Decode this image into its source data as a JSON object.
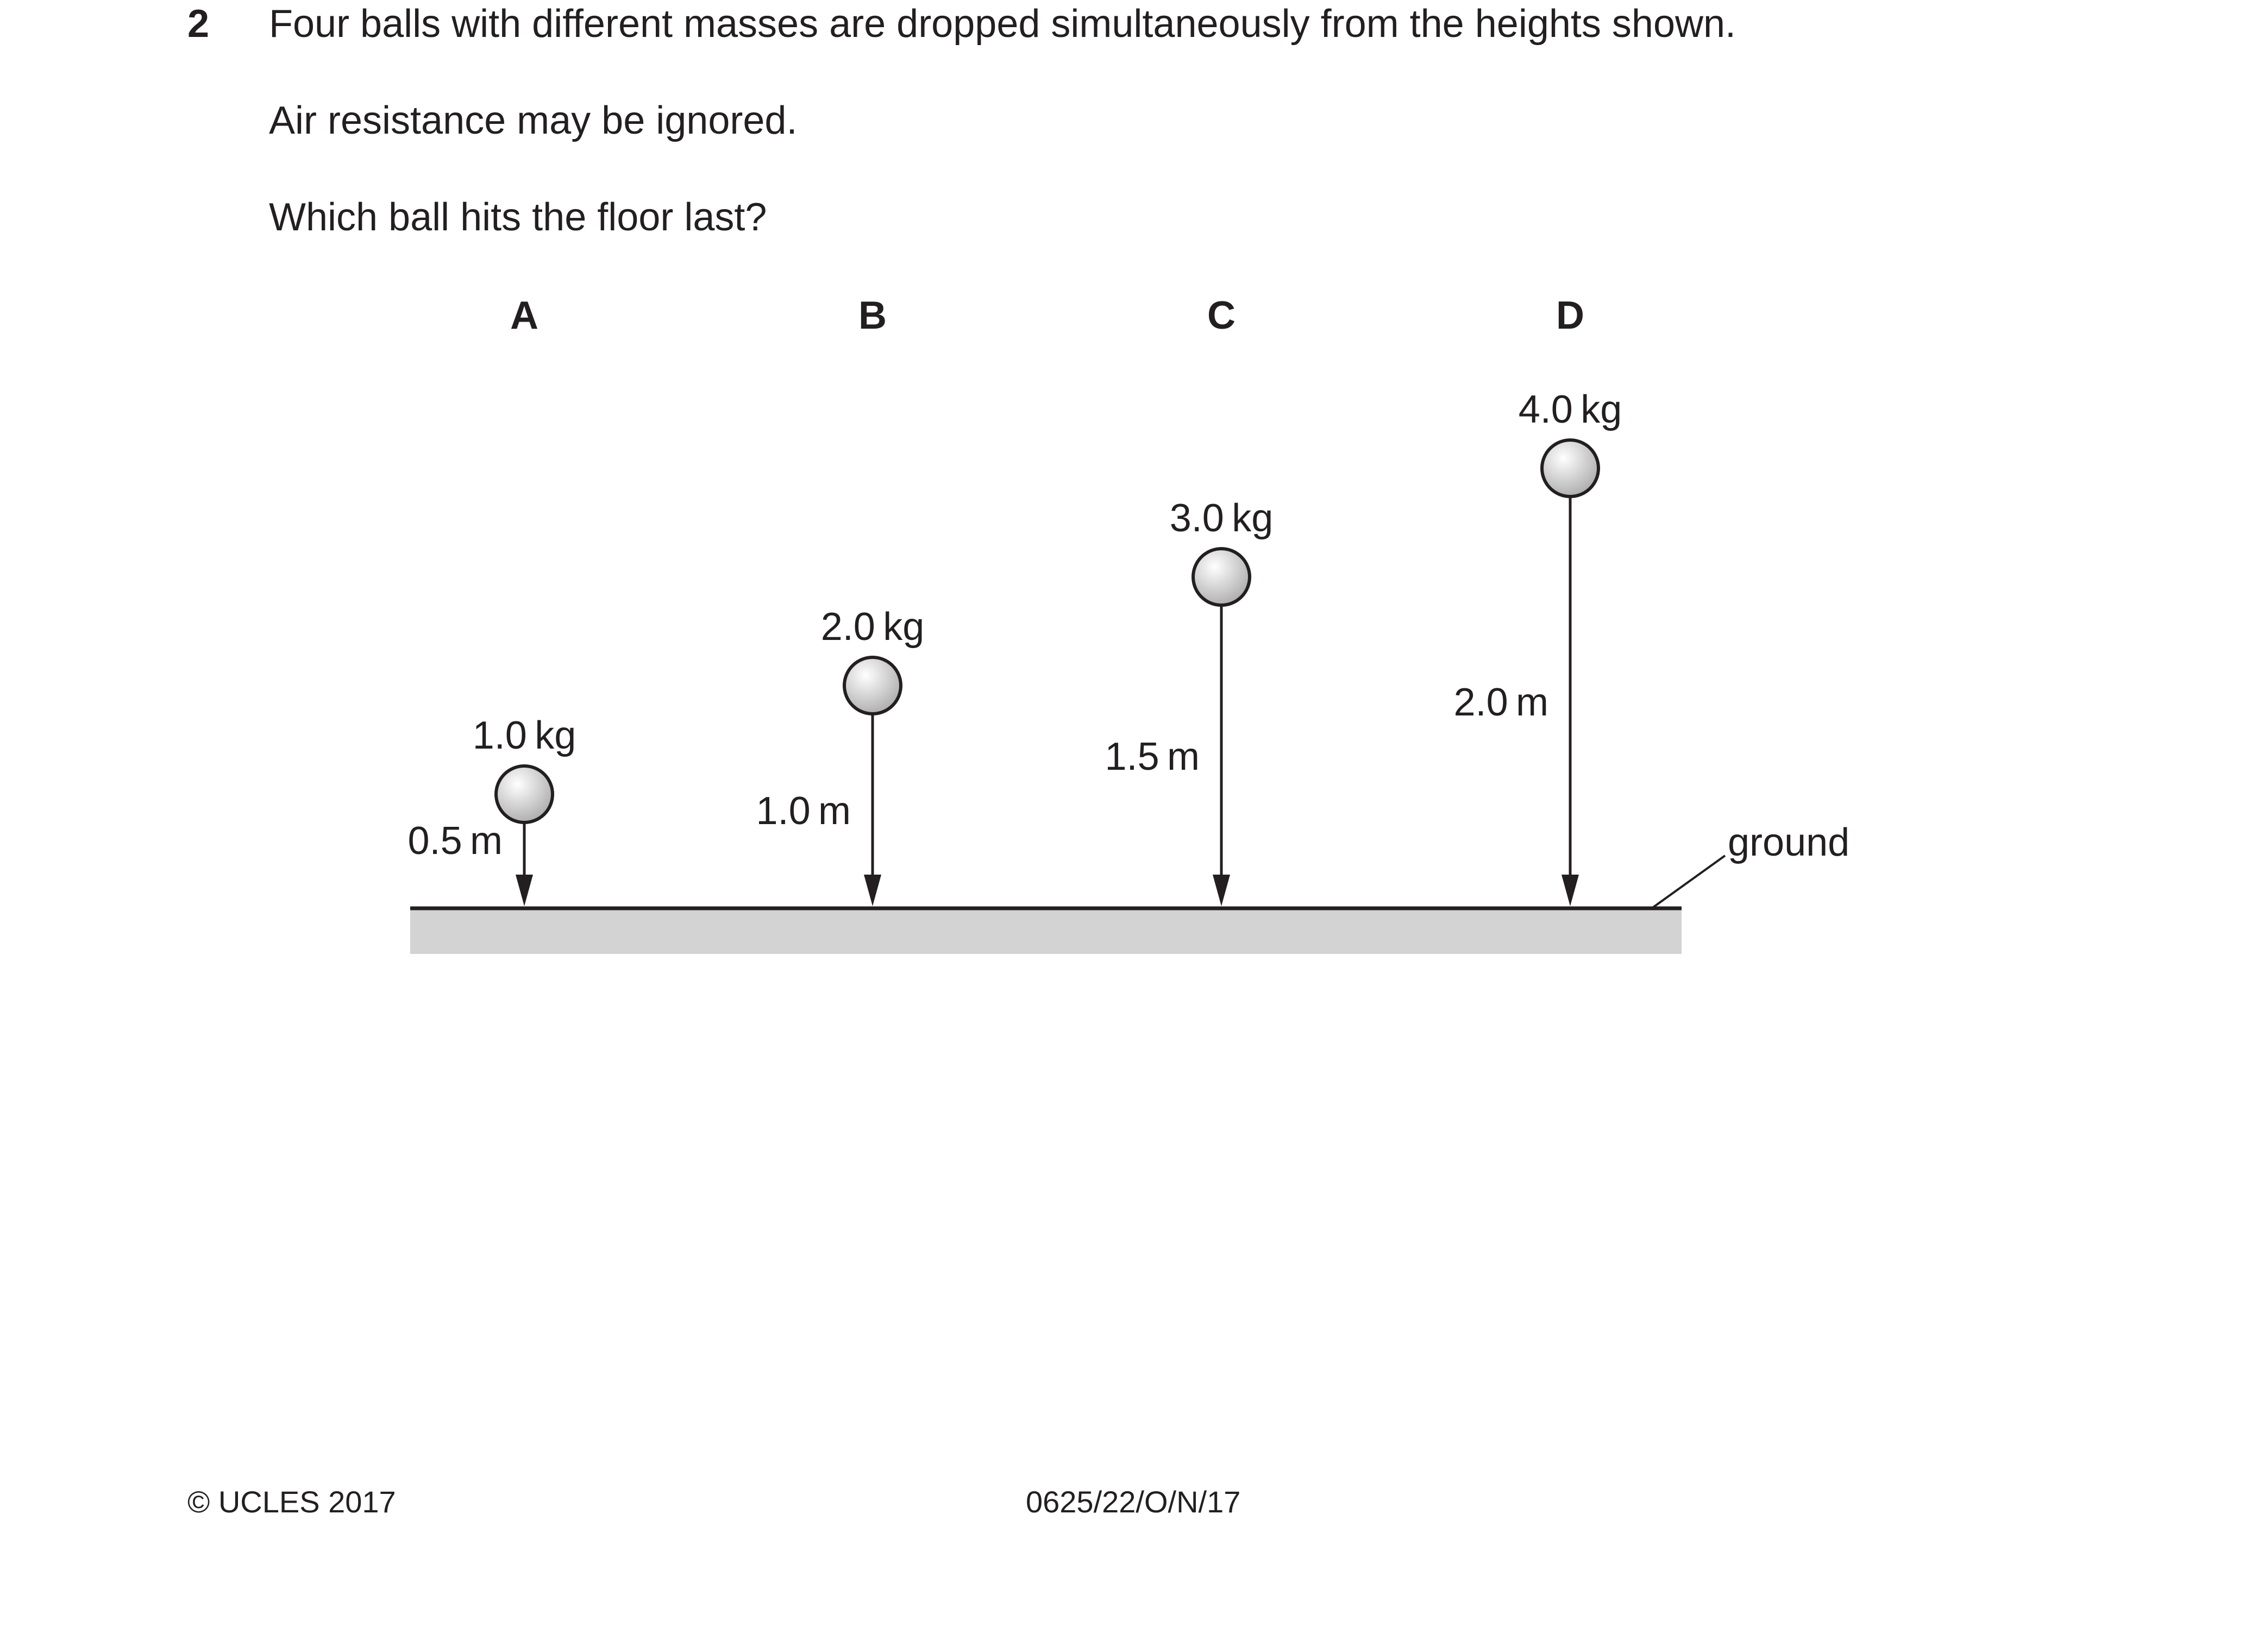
{
  "question": {
    "number": "2",
    "lines": [
      "Four balls with different masses are dropped simultaneously from the heights shown.",
      "Air resistance may be ignored.",
      "Which ball hits the floor last?"
    ]
  },
  "diagram": {
    "options": [
      {
        "letter": "A",
        "mass_label": "1.0 kg",
        "height_label": "0.5 m",
        "height_m": 0.5
      },
      {
        "letter": "B",
        "mass_label": "2.0 kg",
        "height_label": "1.0 m",
        "height_m": 1.0
      },
      {
        "letter": "C",
        "mass_label": "3.0 kg",
        "height_label": "1.5 m",
        "height_m": 1.5
      },
      {
        "letter": "D",
        "mass_label": "4.0 kg",
        "height_label": "2.0 m",
        "height_m": 2.0
      }
    ],
    "ground_label": "ground",
    "colors": {
      "ink": "#231f20",
      "ground_fill": "#d3d3d3",
      "ball_fill_light": "#ffffff",
      "ball_fill_dark": "#a8a8a8"
    }
  },
  "footer": {
    "copyright": "© UCLES 2017",
    "code": "0625/22/O/N/17"
  }
}
